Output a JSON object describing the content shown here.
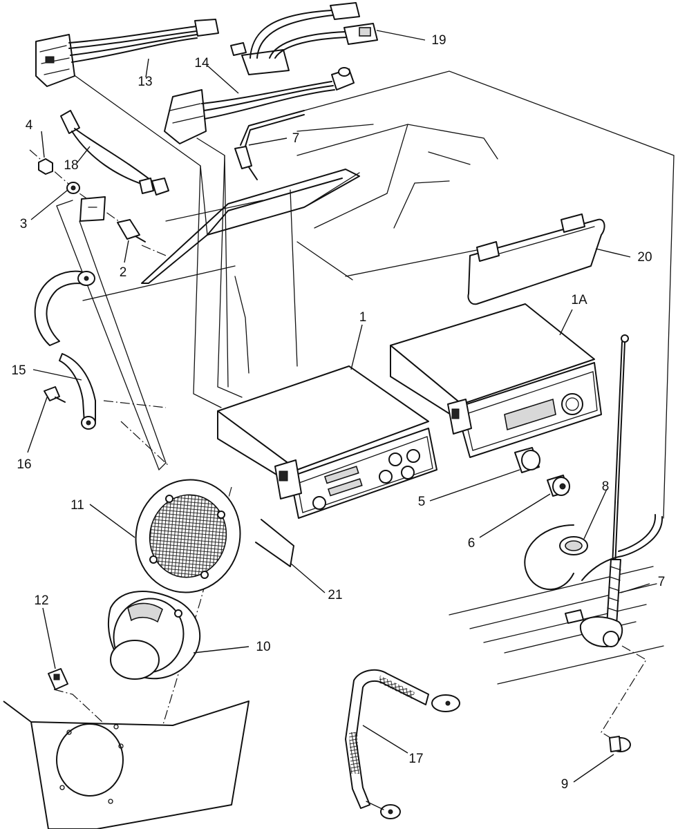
{
  "callouts": {
    "c1": "1",
    "c1a": "1A",
    "c2": "2",
    "c3": "3",
    "c4": "4",
    "c5": "5",
    "c6": "6",
    "c7a": "7",
    "c7b": "7",
    "c8": "8",
    "c9": "9",
    "c10": "10",
    "c11": "11",
    "c12": "12",
    "c13": "13",
    "c14": "14",
    "c15": "15",
    "c16": "16",
    "c17": "17",
    "c18": "18",
    "c19": "19",
    "c20": "20",
    "c21": "21"
  }
}
